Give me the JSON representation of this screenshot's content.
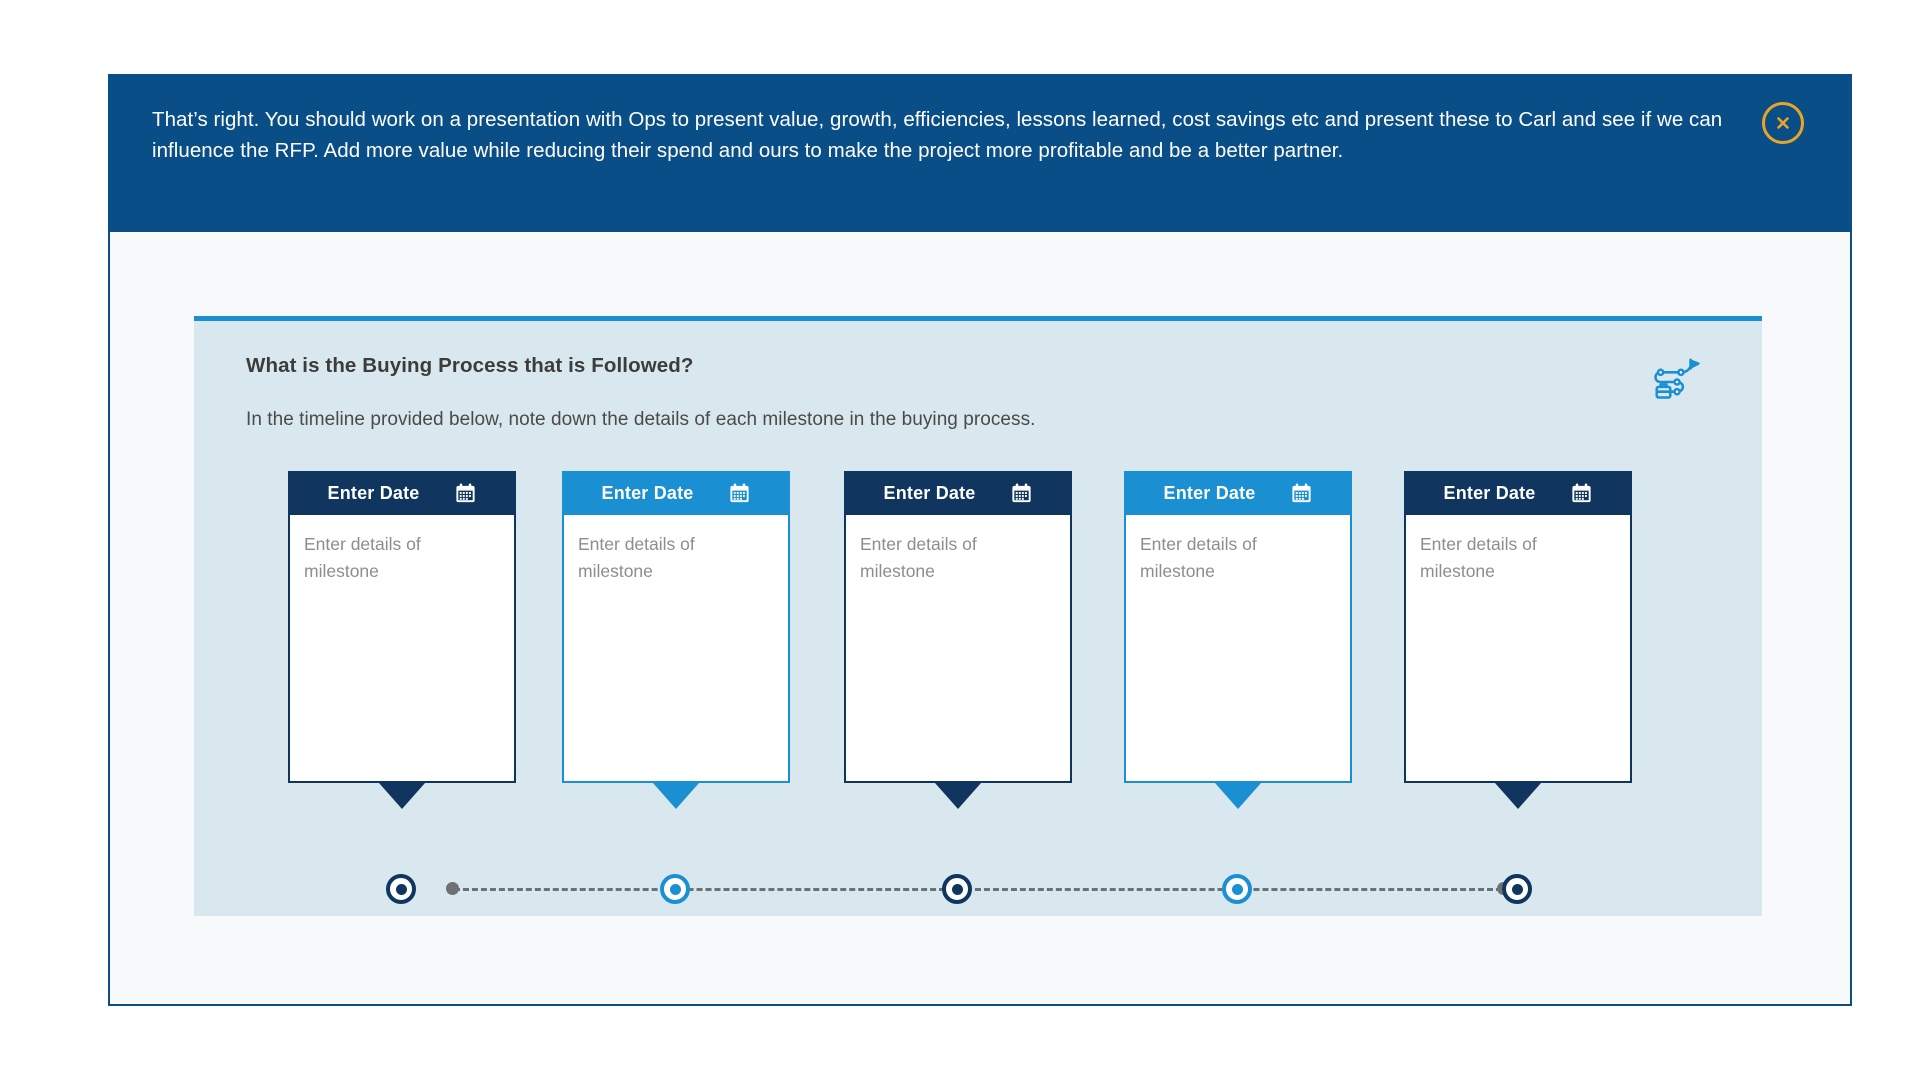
{
  "modal": {
    "banner": {
      "message": "That’s right. You should work on a presentation with Ops to present value, growth, efficiencies, lessons learned, cost savings etc and present these to Carl and see if we can influence the RFP. Add more value while reducing their spend and ours to make the project more profitable and be a better partner.",
      "close_icon": "close-circle-icon",
      "close_label": "Close",
      "background_color": "#0a4e87",
      "close_icon_color": "#e8a427"
    },
    "border_color": "#0a4e87",
    "body_background": "#f7f9fb"
  },
  "card": {
    "title": "What is the Buying Process that is Followed?",
    "subtitle": "In the timeline provided below, note down the details of each milestone in the buying process.",
    "icon": "route-journey-icon",
    "background_color": "#d9e8ef",
    "accent_color": "#1a8fd1"
  },
  "timeline": {
    "track_color": "#6e7173",
    "dark_color": "#10365f",
    "light_color": "#1a8fd1",
    "date_icon": "calendar-icon",
    "milestones": [
      {
        "date_label": "Enter Date",
        "details_placeholder": "Enter details of milestone",
        "variant": "dark"
      },
      {
        "date_label": "Enter Date",
        "details_placeholder": "Enter details of milestone",
        "variant": "light"
      },
      {
        "date_label": "Enter Date",
        "details_placeholder": "Enter details of milestone",
        "variant": "dark"
      },
      {
        "date_label": "Enter Date",
        "details_placeholder": "Enter details of milestone",
        "variant": "light"
      },
      {
        "date_label": "Enter Date",
        "details_placeholder": "Enter details of milestone",
        "variant": "dark"
      }
    ]
  }
}
